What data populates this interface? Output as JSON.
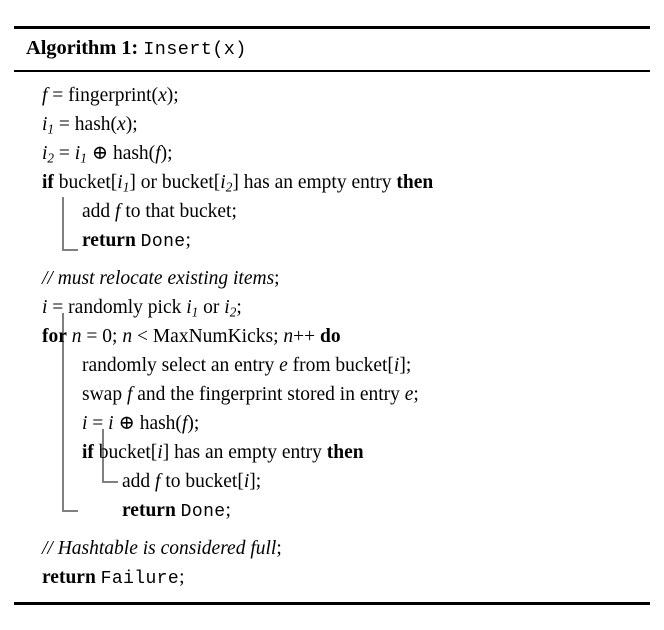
{
  "algorithm": {
    "label": "Algorithm 1:",
    "signature": "Insert(x)",
    "lines": [
      {
        "id": "l1",
        "indent": 0,
        "text": "f = fingerprint(x);"
      },
      {
        "id": "l2",
        "indent": 0,
        "text": "i1 = hash(x);"
      },
      {
        "id": "l3",
        "indent": 0,
        "text": "i2 = i1 ⊕ hash(f);"
      },
      {
        "id": "l4",
        "indent": 0,
        "text": "if bucket[i1] or bucket[i2] has an empty entry then"
      },
      {
        "id": "l5",
        "indent": 1,
        "text": "add f to that bucket;"
      },
      {
        "id": "l6",
        "indent": 1,
        "text": "return Done;"
      },
      {
        "id": "l7",
        "indent": 0,
        "text": "// must relocate existing items;"
      },
      {
        "id": "l8",
        "indent": 0,
        "text": "i = randomly pick i1 or i2;"
      },
      {
        "id": "l9",
        "indent": 0,
        "text": "for n = 0; n < MaxNumKicks; n++ do"
      },
      {
        "id": "l10",
        "indent": 1,
        "text": "randomly select an entry e from bucket[i];"
      },
      {
        "id": "l11",
        "indent": 1,
        "text": "swap f and the fingerprint stored in entry e;"
      },
      {
        "id": "l12",
        "indent": 1,
        "text": "i = i ⊕ hash(f);"
      },
      {
        "id": "l13",
        "indent": 1,
        "text": "if bucket[i] has an empty entry then"
      },
      {
        "id": "l14",
        "indent": 2,
        "text": "add f to bucket[i];"
      },
      {
        "id": "l15",
        "indent": 2,
        "text": "return Done;"
      },
      {
        "id": "l16",
        "indent": 0,
        "text": "// Hashtable is considered full;"
      },
      {
        "id": "l17",
        "indent": 0,
        "text": "return Failure;"
      }
    ],
    "keywords": [
      "if",
      "then",
      "return",
      "for",
      "do"
    ],
    "literals": [
      "Done",
      "Failure"
    ],
    "comments": [
      "// must relocate existing items;",
      "// Hashtable is considered full;"
    ],
    "colors": {
      "text": "#000000",
      "rule": "#000000",
      "guide": "#808080",
      "background": "#ffffff"
    }
  }
}
